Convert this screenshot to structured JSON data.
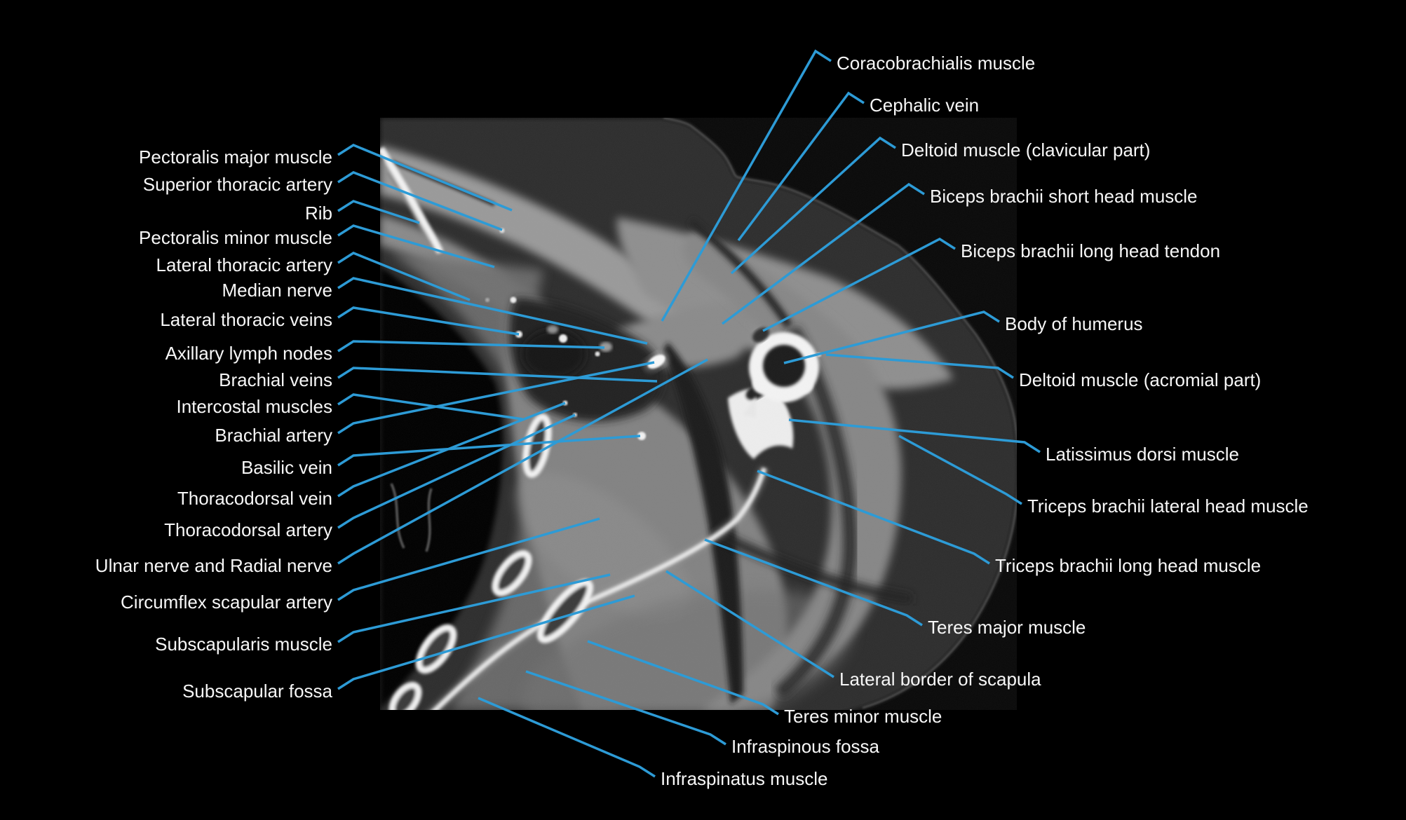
{
  "figure": {
    "colors": {
      "background": "#000000",
      "ct_background": "#0a0a0a",
      "label_text": "#f7f7f7",
      "leader_line": "#2d9bd6",
      "bone": "#f2f2f2",
      "muscle": "#858585",
      "fat": "#2e2e2e"
    },
    "left_labels": [
      "Pectoralis major muscle",
      "Superior thoracic artery",
      "Rib",
      "Pectoralis minor muscle",
      "Lateral thoracic artery",
      "Median nerve",
      "Lateral thoracic veins",
      "Axillary lymph nodes",
      "Brachial veins",
      "Intercostal muscles",
      "Brachial artery",
      "Basilic vein",
      "Thoracodorsal vein",
      "Thoracodorsal artery",
      "Ulnar nerve and Radial nerve",
      "Circumflex scapular artery",
      "Subscapularis muscle",
      "Subscapular fossa"
    ],
    "right_labels": [
      "Coracobrachialis muscle",
      "Cephalic vein",
      "Deltoid muscle (clavicular part)",
      "Biceps brachii short head muscle",
      "Biceps brachii long head tendon",
      "Body of humerus",
      "Deltoid muscle (acromial part)",
      "Latissimus dorsi muscle",
      "Triceps brachii lateral head muscle",
      "Triceps brachii long head muscle",
      "Teres major muscle",
      "Lateral border of scapula",
      "Teres minor muscle",
      "Infraspinous fossa",
      "Infraspinatus muscle"
    ]
  }
}
